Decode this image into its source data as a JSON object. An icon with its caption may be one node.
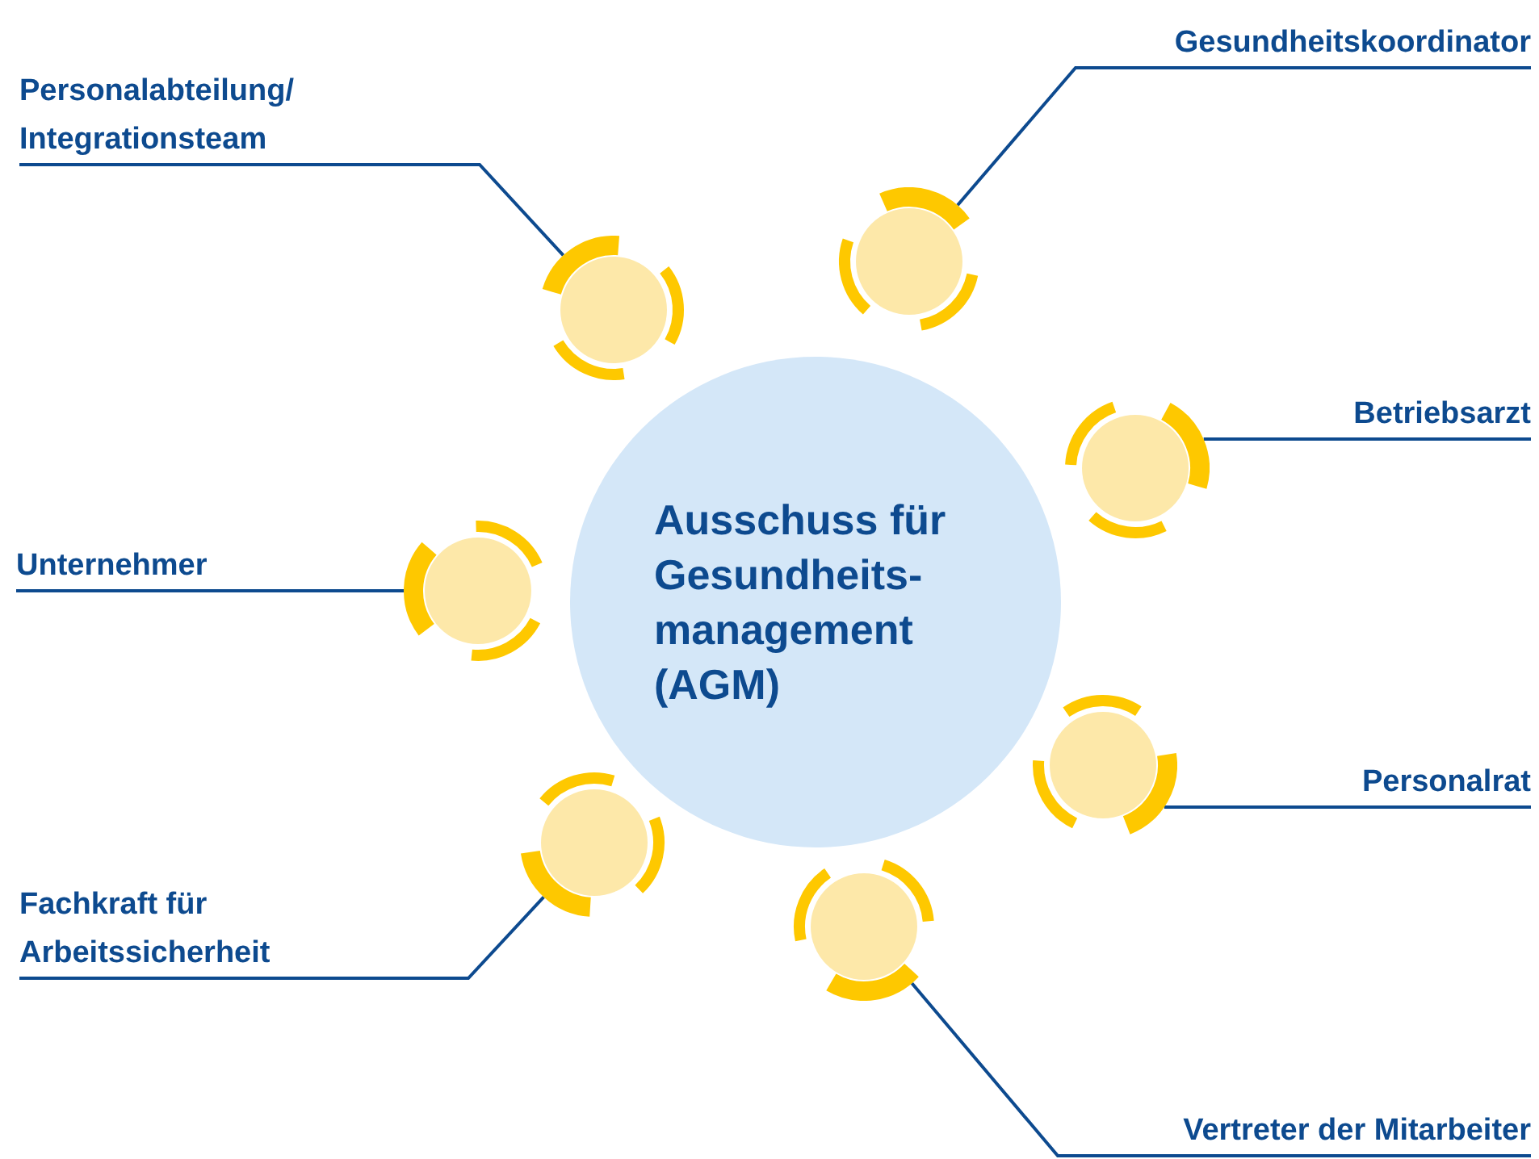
{
  "diagram": {
    "nodes": [
      {
        "text": [
          "Ausschuss für Gesundheits- management (AGM)"
        ]
      },
      {
        "text": [],
        "shape": "circle"
      },
      {
        "text": [],
        "shape": "circle"
      },
      {
        "text": [],
        "shape": "circle"
      },
      {
        "text": [],
        "shape": "circle"
      },
      {
        "text": [],
        "shape": "circle"
      },
      {
        "text": [],
        "shape": "circle"
      },
      {
        "text": [],
        "shape": "circle"
      },
      {
        "text": [
          "Personalabteilung/ Integrationsteam"
        ]
      },
      {
        "text": [
          "Gesundheitskoordinator"
        ]
      },
      {
        "text": [
          "Betriebsarzt"
        ]
      },
      {
        "text": [
          "Unternehmer"
        ]
      },
      {
        "text": [
          "Personalrat"
        ]
      },
      {
        "text": [
          "Fachkraft für Arbeitssicherheit"
        ]
      },
      {
        "text": [
          "Vertreter der Mitarbeiter"
        ]
      }
    ],
    "edges": [
      {
        "from": 8,
        "to": 1,
        "arrow": "none"
      },
      {
        "from": 9,
        "to": 2,
        "arrow": "none"
      },
      {
        "from": 10,
        "to": 3,
        "arrow": "none"
      },
      {
        "from": 11,
        "to": 4,
        "arrow": "none"
      },
      {
        "from": 12,
        "to": 5,
        "arrow": "none"
      },
      {
        "from": 13,
        "to": 6,
        "arrow": "none"
      },
      {
        "from": 14,
        "to": 7,
        "arrow": "none"
      }
    ]
  }
}
